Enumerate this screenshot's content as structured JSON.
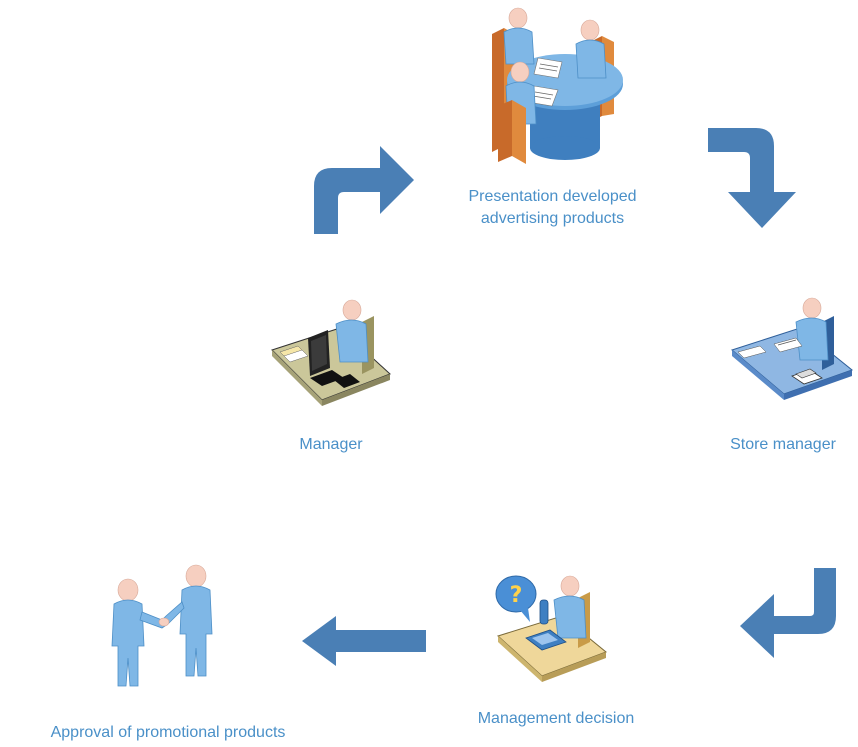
{
  "colors": {
    "label": "#4a90c8",
    "arrow": "#4a7fb5",
    "skin": "#f6cfc0",
    "shirt": "#7fb7e6",
    "shirt_dark": "#4d8fc7",
    "chair": "#c86a2a",
    "table_round": "#5d9fd9",
    "desk_tan": "#cbc79a",
    "desk_blue": "#8fb7e3",
    "desk_yellow": "#efd79a",
    "monitor": "#222222",
    "question": "#4a8fd6"
  },
  "nodes": {
    "presentation": {
      "label": "Presentation developed\nadvertising products",
      "icon": "meeting-table-icon"
    },
    "store_manager": {
      "label": "Store manager",
      "icon": "store-manager-desk-icon"
    },
    "management_decision": {
      "label": "Management decision",
      "icon": "phone-question-icon"
    },
    "approval": {
      "label": "Approval of promotional products",
      "icon": "handshake-icon"
    },
    "manager": {
      "label": "Manager",
      "icon": "computer-desk-icon"
    }
  },
  "arrows": [
    {
      "from": "manager",
      "to": "presentation",
      "icon": "curved-arrow-up-right-icon"
    },
    {
      "from": "presentation",
      "to": "store_manager",
      "icon": "curved-arrow-right-down-icon"
    },
    {
      "from": "store_manager",
      "to": "management_decision",
      "icon": "curved-arrow-down-left-icon"
    },
    {
      "from": "management_decision",
      "to": "approval",
      "icon": "straight-arrow-left-icon"
    }
  ]
}
